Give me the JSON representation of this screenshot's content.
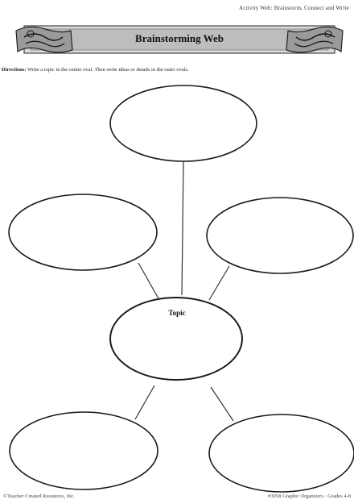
{
  "header": {
    "note": "Activity Web: Brainstorm, Connect and Write"
  },
  "banner": {
    "title": "Brainstorming Web"
  },
  "directions": {
    "label": "Directions:",
    "text": "Write a topic in the center oval. Then write ideas or details in the outer ovals."
  },
  "web": {
    "center_label": "Topic"
  },
  "footer": {
    "left": "©Teacher Created Resources, Inc.",
    "right": "#3058 Graphic Organizers · Grades 4-8"
  }
}
